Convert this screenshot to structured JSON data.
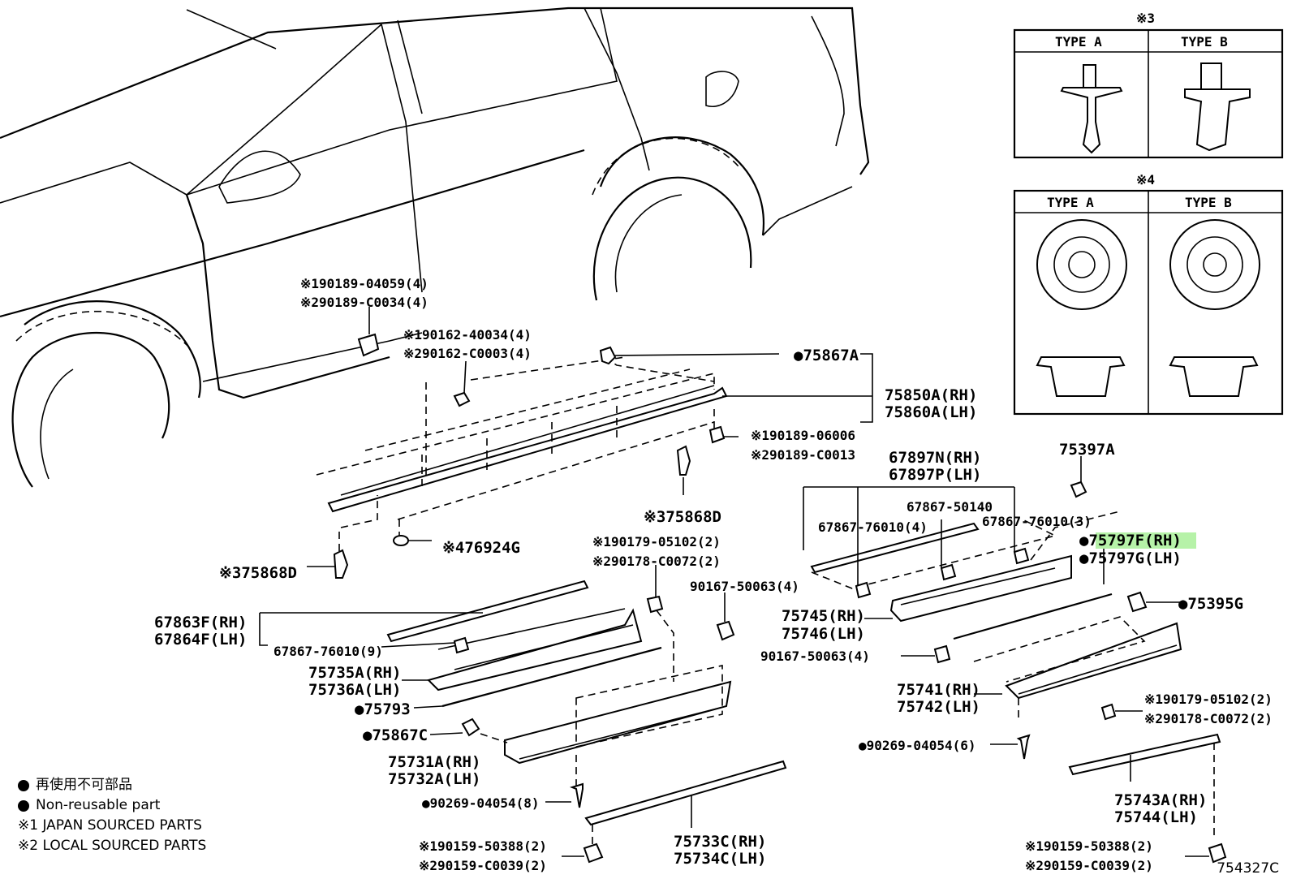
{
  "illustration_id": "754327C",
  "legend": {
    "non_reusable_jp": "再使用不可部品",
    "non_reusable_en": "Non-reusable part",
    "note1": "※1 JAPAN SOURCED PARTS",
    "note2": "※2 LOCAL SOURCED PARTS"
  },
  "insets": {
    "clip3": {
      "mark": "※3",
      "type_a": "TYPE A",
      "type_b": "TYPE B"
    },
    "clip4": {
      "mark": "※4",
      "type_a": "TYPE A",
      "type_b": "TYPE B"
    }
  },
  "labels": {
    "p1": "※190189-04059(4)",
    "p2": "※290189-C0034(4)",
    "p3": "※190162-40034(4)",
    "p4": "※290162-C0003(4)",
    "p5": "●75867A",
    "p6": "75850A(RH)",
    "p7": "75860A(LH)",
    "p8": "※190189-06006",
    "p9": "※290189-C0013",
    "p10": "※375868D",
    "p11": "※476924G",
    "p12": "※375868D",
    "p13": "67897N(RH)",
    "p14": "67897P(LH)",
    "p15": "75397A",
    "p16": "67867-50140",
    "p17": "67867-76010(4)",
    "p18": "67867-76010(3)",
    "p19": "●75797F(RH)",
    "p20": "●75797G(LH)",
    "p21": "※190179-05102(2)",
    "p22": "※290178-C0072(2)",
    "p23": "90167-50063(4)",
    "p24": "67863F(RH)",
    "p25": "67864F(LH)",
    "p26": "67867-76010(9)",
    "p27": "75745(RH)",
    "p28": "75746(LH)",
    "p29": "●75395G",
    "p30": "90167-50063(4)",
    "p31": "75735A(RH)",
    "p32": "75736A(LH)",
    "p33": "●75793",
    "p34": "75741(RH)",
    "p35": "75742(LH)",
    "p36": "※190179-05102(2)",
    "p37": "※290178-C0072(2)",
    "p38": "●75867C",
    "p39": "75731A(RH)",
    "p40": "75732A(LH)",
    "p41": "●90269-04054(6)",
    "p42": "●90269-04054(8)",
    "p43": "75733C(RH)",
    "p44": "75734C(LH)",
    "p45": "75743A(RH)",
    "p46": "75744(LH)",
    "p47": "※190159-50388(2)",
    "p48": "※290159-C0039(2)",
    "p49": "※190159-50388(2)",
    "p50": "※290159-C0039(2)"
  }
}
